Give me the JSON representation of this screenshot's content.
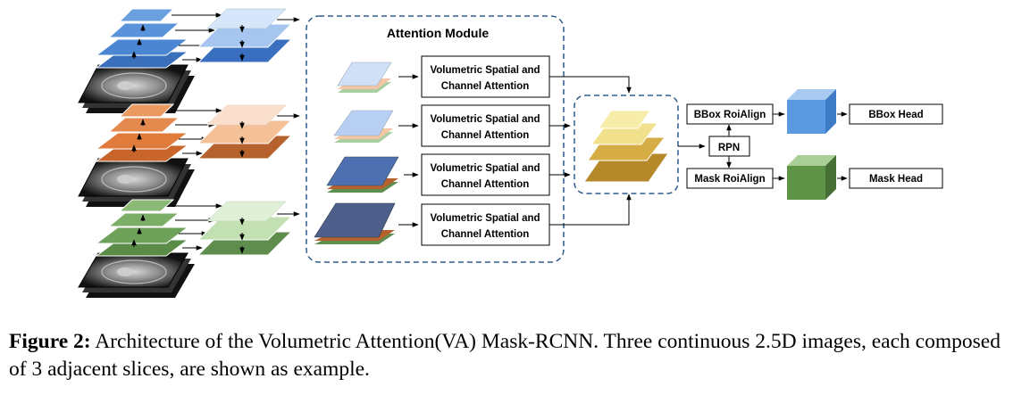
{
  "attention_module": {
    "title": "Attention Module",
    "block_label_line1": "Volumetric Spatial and",
    "block_label_line2": "Channel Attention"
  },
  "heads": {
    "bbox_roialign": "BBox RoiAlign",
    "mask_roialign": "Mask RoiAlign",
    "rpn": "RPN",
    "bbox_head": "BBox Head",
    "mask_head": "Mask Head"
  },
  "caption": {
    "label": "Figure 2:",
    "text": "Architecture of the Volumetric Attention(VA) Mask-RCNN. Three continuous 2.5D images, each composed of 3 adjacent slices, are shown as example."
  },
  "colors": {
    "blue": "#4a86d2",
    "orange": "#e07b3c",
    "green": "#6ea25a",
    "gold": "#c99a2e",
    "module_border": "#2f5c8c"
  }
}
